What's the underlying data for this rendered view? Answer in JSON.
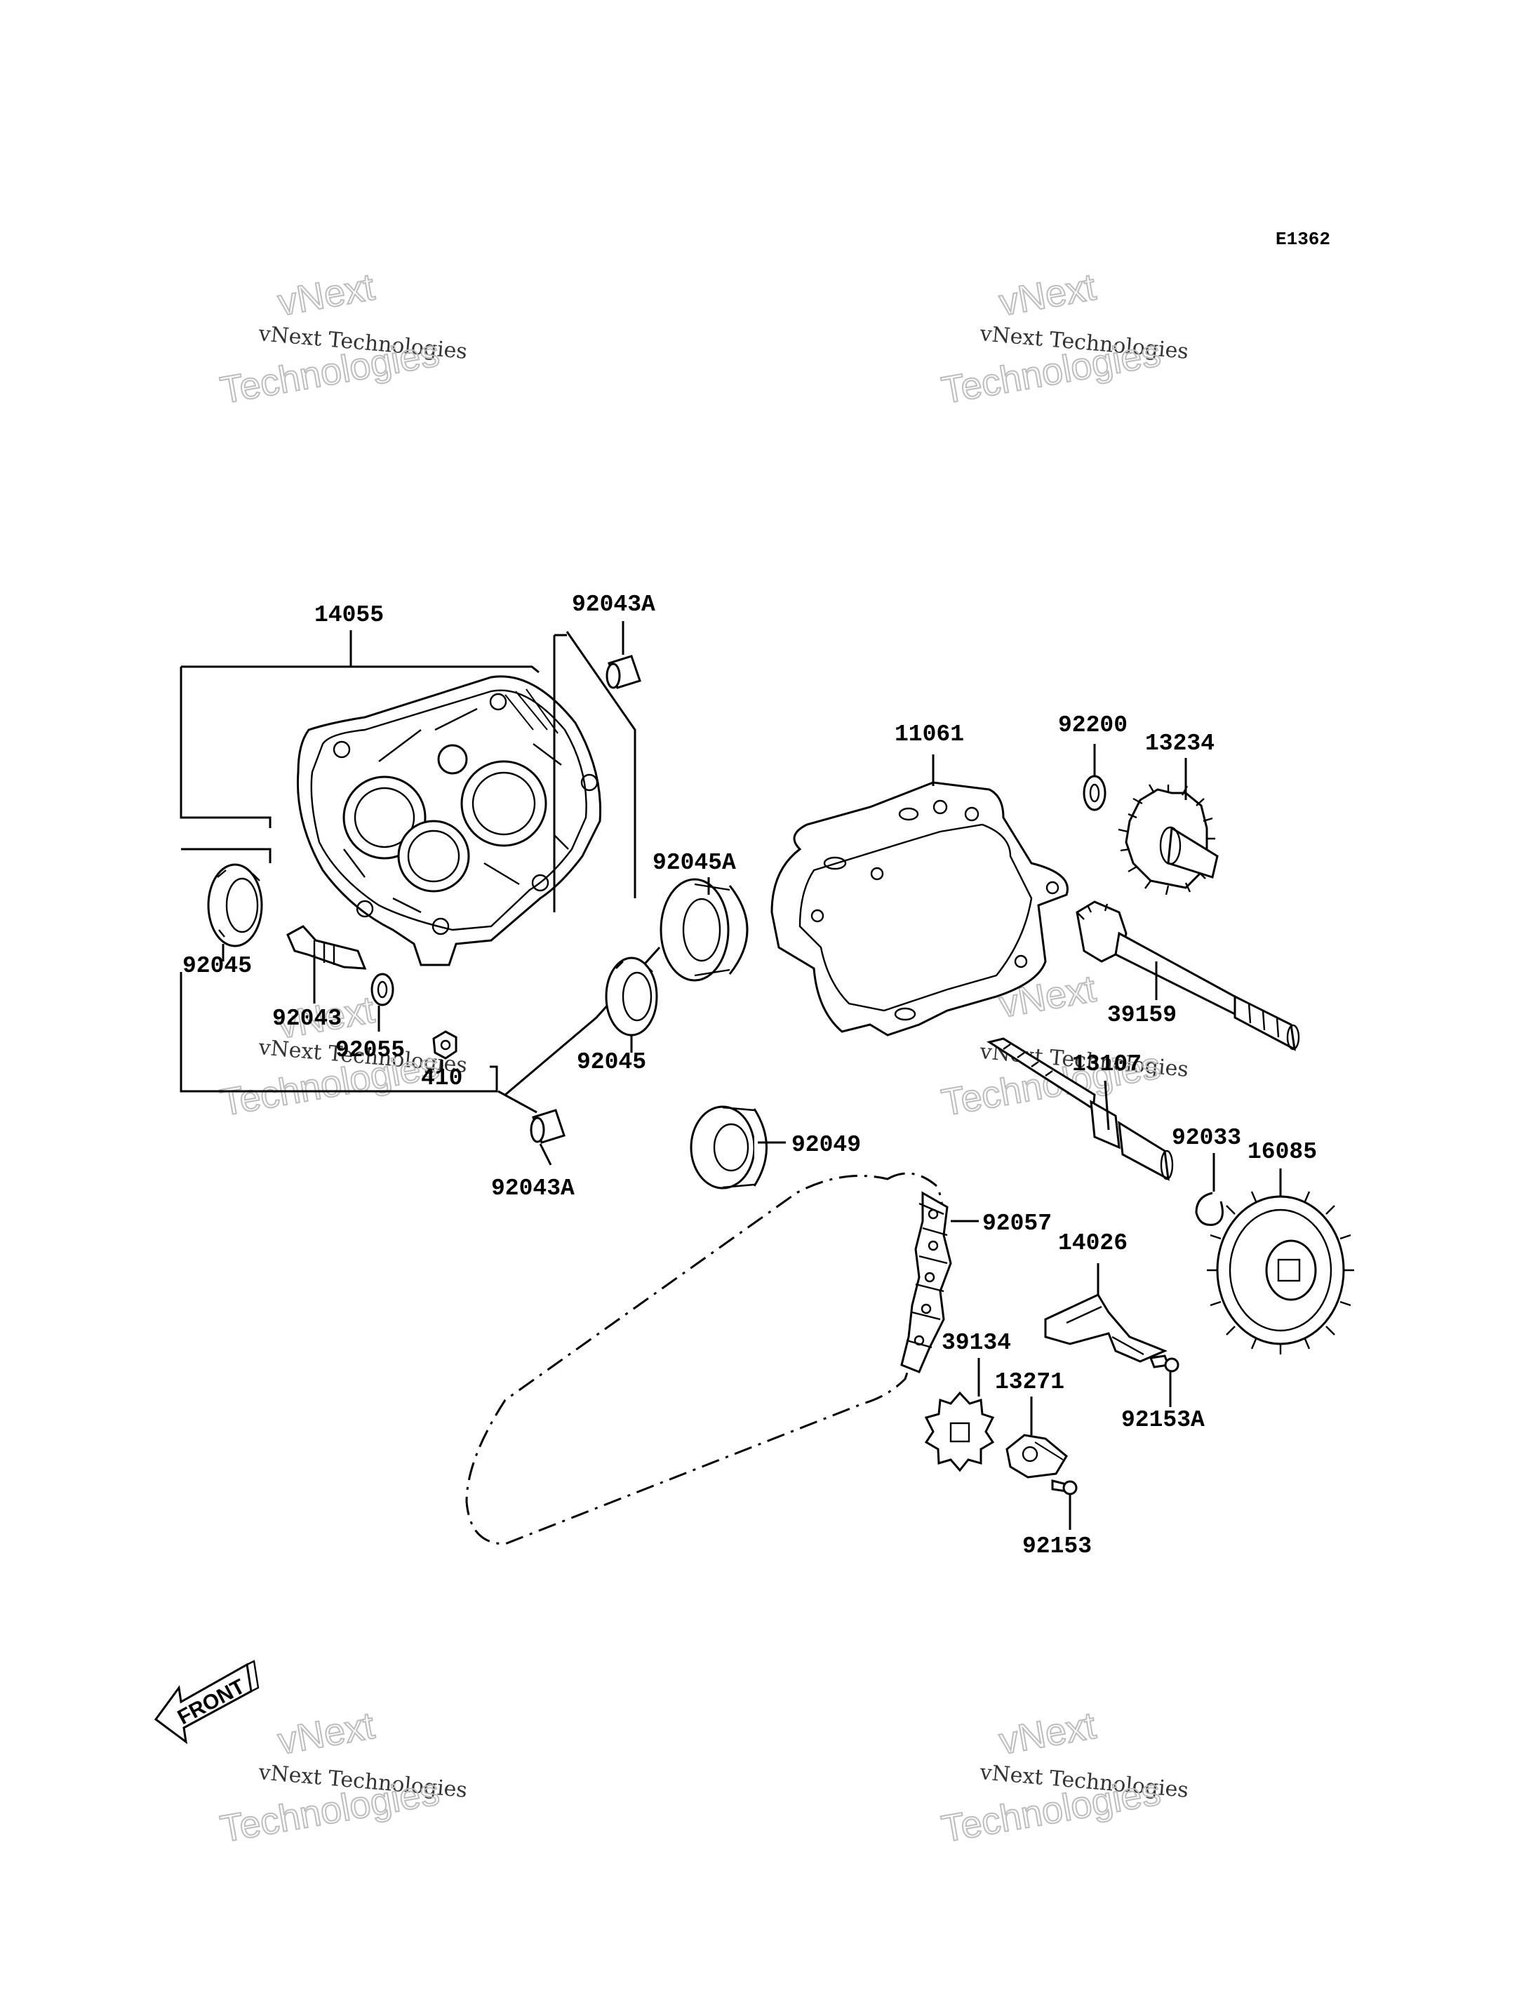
{
  "diagram_code": "E1362",
  "watermark": {
    "line1": "vNext Technologies",
    "outline_top": "vNext",
    "outline_bottom": "Technologies"
  },
  "front_arrow_label": "FRONT",
  "parts": {
    "p14055": "14055",
    "p92043A_top": "92043A",
    "p92043A_bottom": "92043A",
    "p92045_left": "92045",
    "p92045_center": "92045",
    "p92045A": "92045A",
    "p92043": "92043",
    "p92055": "92055",
    "p410": "410",
    "p11061": "11061",
    "p92200": "92200",
    "p13234": "13234",
    "p39159": "39159",
    "p13107": "13107",
    "p92033": "92033",
    "p16085": "16085",
    "p92049": "92049",
    "p92057": "92057",
    "p14026": "14026",
    "p39134": "39134",
    "p13271": "13271",
    "p92153A": "92153A",
    "p92153": "92153"
  }
}
